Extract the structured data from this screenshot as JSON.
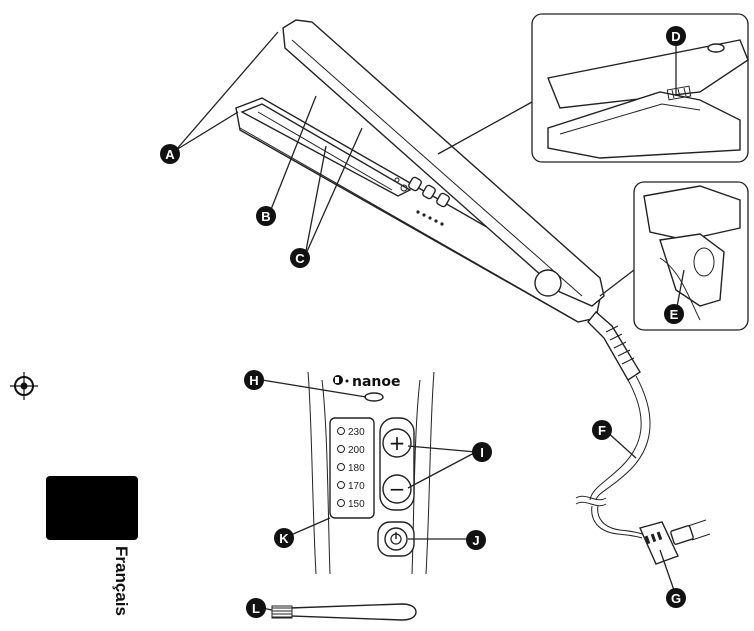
{
  "callouts": {
    "A": "A",
    "B": "B",
    "C": "C",
    "D": "D",
    "E": "E",
    "F": "F",
    "G": "G",
    "H": "H",
    "I": "I",
    "J": "J",
    "K": "K",
    "L": "L"
  },
  "panel": {
    "brand": "nanoe",
    "plus": "+",
    "minus": "−",
    "temperatures": [
      "230",
      "200",
      "180",
      "170",
      "150"
    ]
  },
  "side_tab": {
    "language": "Français"
  },
  "colors": {
    "ink": "#111111",
    "tab": "#000000",
    "paper": "#ffffff"
  }
}
